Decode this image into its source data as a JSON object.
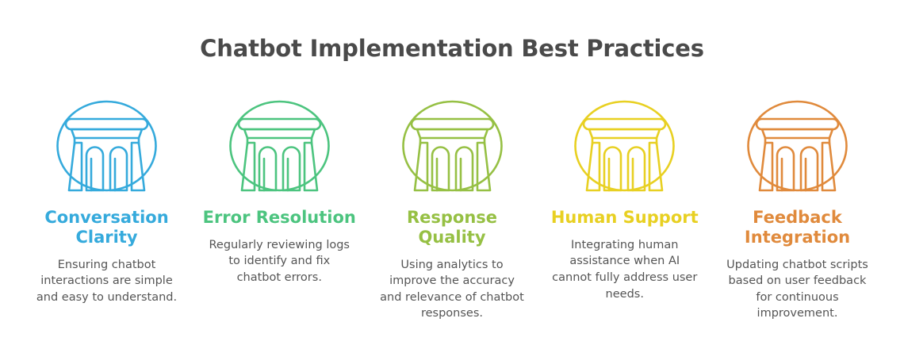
{
  "header": {
    "title": "Chatbot Implementation Best Practices",
    "title_color": "#4a4a4a"
  },
  "background_color": "#ffffff",
  "icon_name": "pillar-icon",
  "columns": [
    {
      "heading": "Conversation Clarity",
      "description": "Ensuring chatbot interactions are simple and easy to understand.",
      "color": "#35aadc",
      "icon": "pillar-icon"
    },
    {
      "heading": "Error Resolution",
      "description": "Regularly reviewing logs to identify and fix chatbot errors.",
      "color": "#4cc47f",
      "icon": "pillar-icon"
    },
    {
      "heading": "Response Quality",
      "description": "Using analytics to improve the accuracy and relevance of chatbot responses.",
      "color": "#96c044",
      "icon": "pillar-icon"
    },
    {
      "heading": "Human Support",
      "description": "Integrating human assistance when AI cannot fully address user needs.",
      "color": "#e8d022",
      "icon": "pillar-icon"
    },
    {
      "heading": "Feedback Integration",
      "description": "Updating chatbot scripts based on user feedback for continuous improvement.",
      "color": "#e08a3c",
      "icon": "pillar-icon"
    }
  ]
}
